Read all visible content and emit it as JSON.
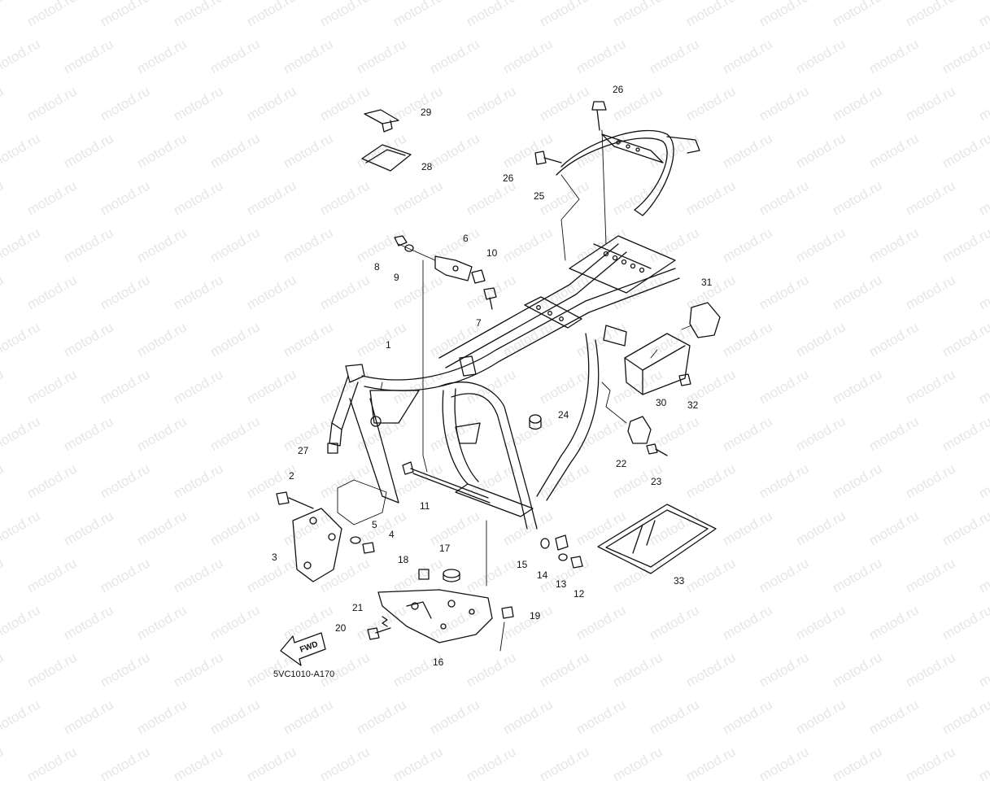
{
  "watermark": {
    "text": "motod.ru",
    "color": "#e6e6e6"
  },
  "diagram": {
    "code": "5VC1010-A170",
    "fwd_label": "FWD",
    "callouts": [
      {
        "id": "c1",
        "label": "1"
      },
      {
        "id": "c2",
        "label": "2"
      },
      {
        "id": "c3",
        "label": "3"
      },
      {
        "id": "c4",
        "label": "4"
      },
      {
        "id": "c5",
        "label": "5"
      },
      {
        "id": "c6",
        "label": "6"
      },
      {
        "id": "c7",
        "label": "7"
      },
      {
        "id": "c8",
        "label": "8"
      },
      {
        "id": "c9",
        "label": "9"
      },
      {
        "id": "c10",
        "label": "10"
      },
      {
        "id": "c11",
        "label": "11"
      },
      {
        "id": "c12",
        "label": "12"
      },
      {
        "id": "c13",
        "label": "13"
      },
      {
        "id": "c14",
        "label": "14"
      },
      {
        "id": "c15",
        "label": "15"
      },
      {
        "id": "c16",
        "label": "16"
      },
      {
        "id": "c17",
        "label": "17"
      },
      {
        "id": "c18",
        "label": "18"
      },
      {
        "id": "c19",
        "label": "19"
      },
      {
        "id": "c20",
        "label": "20"
      },
      {
        "id": "c21",
        "label": "21"
      },
      {
        "id": "c22",
        "label": "22"
      },
      {
        "id": "c23",
        "label": "23"
      },
      {
        "id": "c24",
        "label": "24"
      },
      {
        "id": "c25",
        "label": "25"
      },
      {
        "id": "c26a",
        "label": "26"
      },
      {
        "id": "c26b",
        "label": "26"
      },
      {
        "id": "c27",
        "label": "27"
      },
      {
        "id": "c28",
        "label": "28"
      },
      {
        "id": "c29",
        "label": "29"
      },
      {
        "id": "c30",
        "label": "30"
      },
      {
        "id": "c31",
        "label": "31"
      },
      {
        "id": "c32",
        "label": "32"
      },
      {
        "id": "c33",
        "label": "33"
      }
    ]
  }
}
